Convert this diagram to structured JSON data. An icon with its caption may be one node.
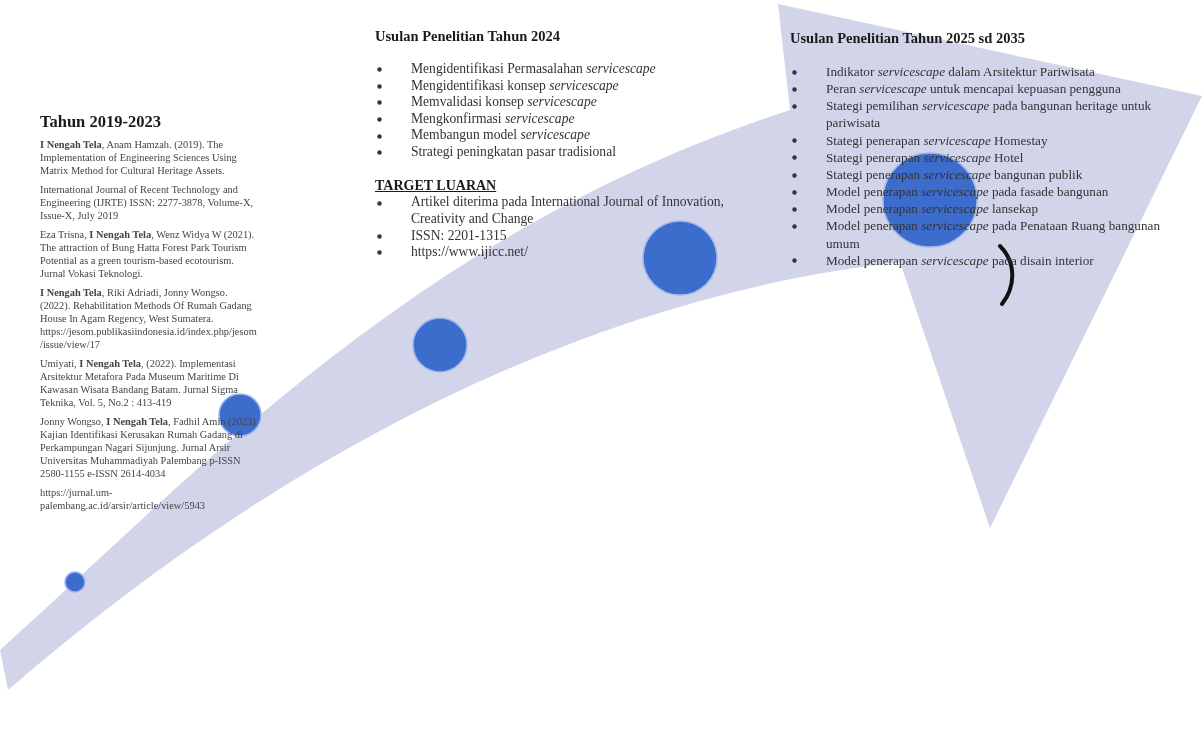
{
  "diagram": {
    "labels": [
      "Tahun 2019-2023",
      "**I Nengah Tela**, Anam Hamzah. (2019). The Implementation of Engineering Sciences Using Matrix Method for Cultural Heritage Assets.",
      "International Journal of Recent Technology and Engineering (IJRTE) ISSN: 2277-3878, Volume-X, Issue-X, July 2019",
      "Eza Trisna, **I Nengah Tela**, Wenz Widya W (2021). The attraction of Bung Hatta Forest Park Tourism Potential as a green tourism-based ecotourism. Jurnal Vokasi Teknologi.",
      "**I Nengah Tela**, Riki Adriadi, Jonny Wongso. (2022). Rehabilitation Methods Of Rumah Gadang House In Agam Regency, West Sumatera. https://jesom.publikasiindonesia.id/index.php/jesom/issue/view/17",
      "Umiyati, **I Nengah Tela**, (2022). Implementasi Arsitektur Metafora Pada Museum Maritime Di Kawasan Wisata Bandang Batam. Jurnal Sigma Teknika, Vol. 5, No.2 : 413-419",
      "Jonny Wongso, **I Nengah Tela**, Fadhil Amin (2023) Kajian Identifikasi Kerusakan Rumah Gadang di Perkampungan Nagari Sijunjung. Jurnal Arsir Universitas Muhammadiyah Palembang p-ISSN 2580-1155 e-ISSN 2614-4034",
      "https://jurnal.um-palembang.ac.id/arsir/article/view/5943",
      "Usulan Penelitian Tahun 2024",
      "Mengidentifikasi Permasalahan *servicescape*",
      "Mengidentifikasi konsep *servicescape*",
      "Memvalidasi konsep *servicescape*",
      "Mengkonfirmasi *servicescape*",
      "Membangun model *servicescape*",
      "Strategi peningkatan pasar tradisional",
      "TARGET LUARAN",
      "Artikel diterima pada International Journal of Innovation, Creativity and Change",
      "ISSN: 2201-1315",
      "https://www.ijicc.net/",
      "Usulan Penelitian Tahun 2025 sd 2035",
      "Indikator *servicescape* dalam Arsitektur Pariwisata",
      "Peran *servicescape* untuk mencapai kepuasan pengguna",
      "Stategi pemilihan *servicescape* pada bangunan heritage untuk pariwisata",
      "Stategi penerapan *servicescape* Homestay",
      "Stategi penerapan *servicescape* Hotel",
      "Stategi penerapan *servicescape* bangunan publik",
      "Model penerapan *servicescape* pada fasade bangunan",
      "Model penerapan *servicescape* lansekap",
      "Model penerapan *servicescape* pada Penataan Ruang bangunan umum",
      "Model penerapan *servicescape* pada disain interior"
    ]
  }
}
